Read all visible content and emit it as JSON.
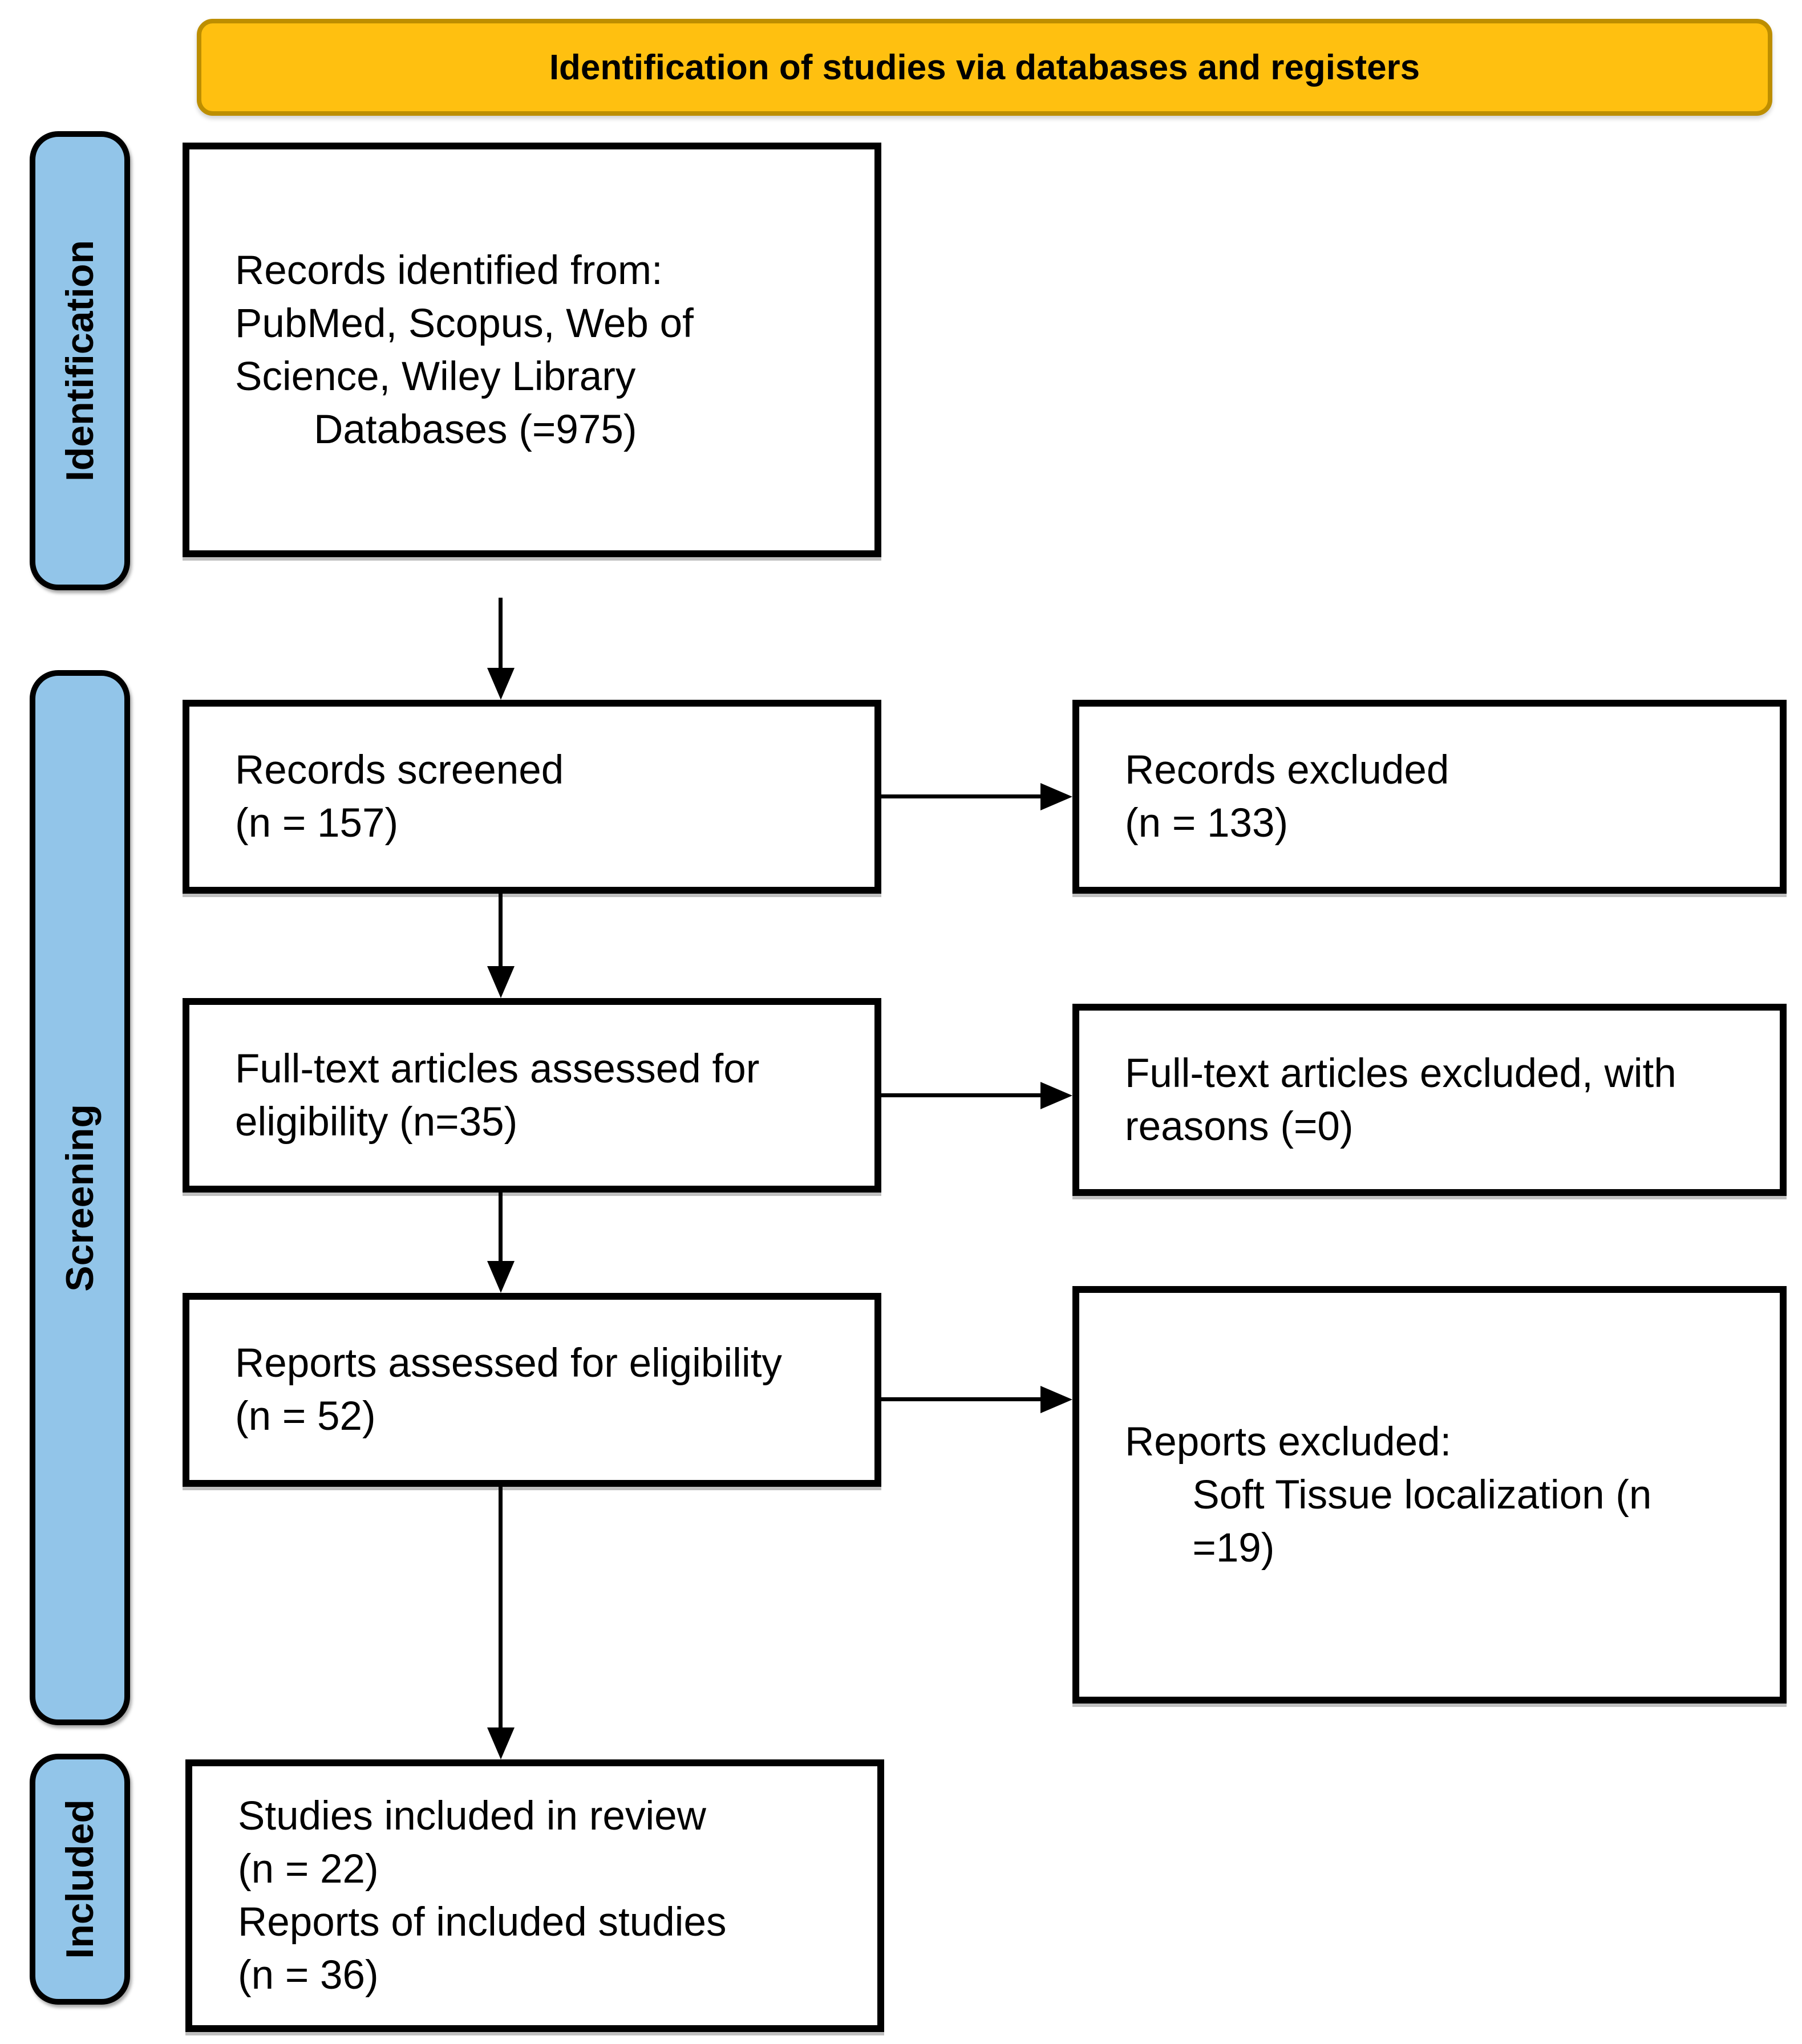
{
  "banner": {
    "label": "Identification of studies via databases and registers"
  },
  "stages": {
    "identification": {
      "label": "Identification"
    },
    "screening": {
      "label": "Screening"
    },
    "included": {
      "label": "Included"
    }
  },
  "boxes": {
    "records_identified": {
      "text": "Records identified from:\nPubMed, Scopus, Web of\nScience, Wiley Library\n       Databases (=975)"
    },
    "records_screened": {
      "text": "Records screened\n(n = 157)"
    },
    "records_excluded": {
      "text": "Records excluded\n(n = 133)"
    },
    "fulltext_assessed": {
      "text": "Full-text articles assessed for\neligibility (n=35)"
    },
    "fulltext_excluded": {
      "text": "Full-text articles excluded, with\nreasons (=0)"
    },
    "reports_assessed": {
      "text": "Reports assessed for eligibility\n(n = 52)"
    },
    "reports_excluded": {
      "text": "Reports excluded:\n      Soft Tissue localization (n\n      =19)"
    },
    "studies_included": {
      "text": "Studies included in review\n(n = 22)\nReports of included studies\n(n = 36)"
    }
  },
  "colors": {
    "banner_fill": "#FFC010",
    "banner_border": "#BD8E00",
    "stage_fill": "#92C5E9",
    "stage_border": "#000000",
    "box_border": "#000000",
    "arrow_color": "#000000"
  }
}
